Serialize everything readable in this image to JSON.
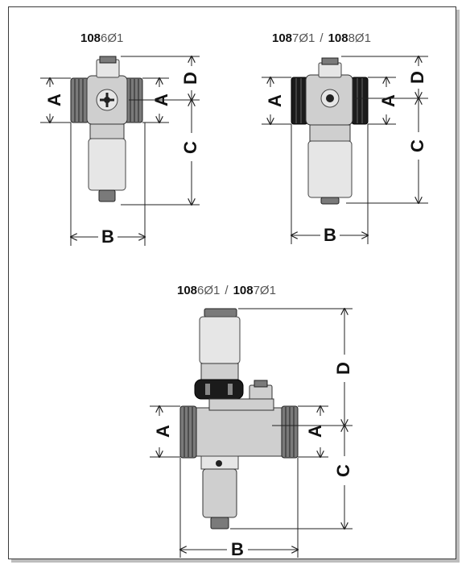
{
  "labels": {
    "fig1_code_bold": "108",
    "fig1_code_light": "6Ø1",
    "fig2_code_a_bold": "108",
    "fig2_code_a_light": "7Ø1",
    "fig2_sep": "/",
    "fig2_code_b_bold": "108",
    "fig2_code_b_light": "8Ø1",
    "fig3_code_a_bold": "108",
    "fig3_code_a_light": "6Ø1",
    "fig3_sep": "/",
    "fig3_code_b_bold": "108",
    "fig3_code_b_light": "7Ø1",
    "dim_a": "A",
    "dim_b": "B",
    "dim_c": "C",
    "dim_d": "D"
  },
  "colors": {
    "line": "#222222",
    "metal": "#cfcfcf",
    "dark": "#1b1b1b"
  }
}
